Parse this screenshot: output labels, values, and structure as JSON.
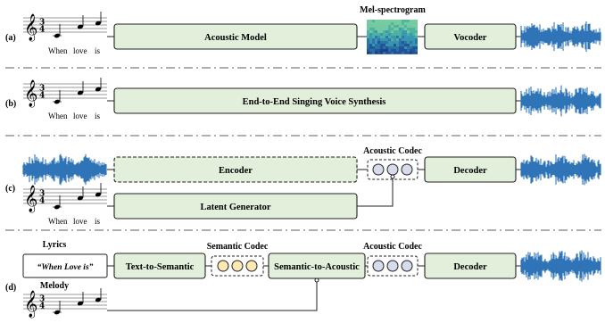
{
  "panels": {
    "a": {
      "tag": "(a)",
      "lyrics": [
        "When",
        "love",
        "is"
      ],
      "acoustic_model": "Acoustic Model",
      "spectrogram_label": "Mel-spectrogram",
      "vocoder": "Vocoder"
    },
    "b": {
      "tag": "(b)",
      "lyrics": [
        "When",
        "love",
        "is"
      ],
      "e2e": "End-to-End Singing Voice Synthesis"
    },
    "c": {
      "tag": "(c)",
      "lyrics": [
        "When",
        "love",
        "is"
      ],
      "encoder": "Encoder",
      "codec_label": "Acoustic Codec",
      "decoder": "Decoder",
      "latent_generator": "Latent Generator"
    },
    "d": {
      "tag": "(d)",
      "lyrics_title": "Lyrics",
      "lyrics_text": "“When Love is”",
      "melody_title": "Melody",
      "text_to_semantic": "Text-to-Semantic",
      "semantic_codec_label": "Semantic Codec",
      "semantic_to_acoustic": "Semantic-to-Acoustic",
      "acoustic_codec_label": "Acoustic Codec",
      "decoder": "Decoder"
    }
  },
  "colors": {
    "box_fill": "#e2efda",
    "box_stroke": "#222222",
    "waveform": "#2e75b6",
    "acoustic_token": "#d7dced",
    "semantic_token": "#fde9b5",
    "separator": "#7f7f7f"
  }
}
